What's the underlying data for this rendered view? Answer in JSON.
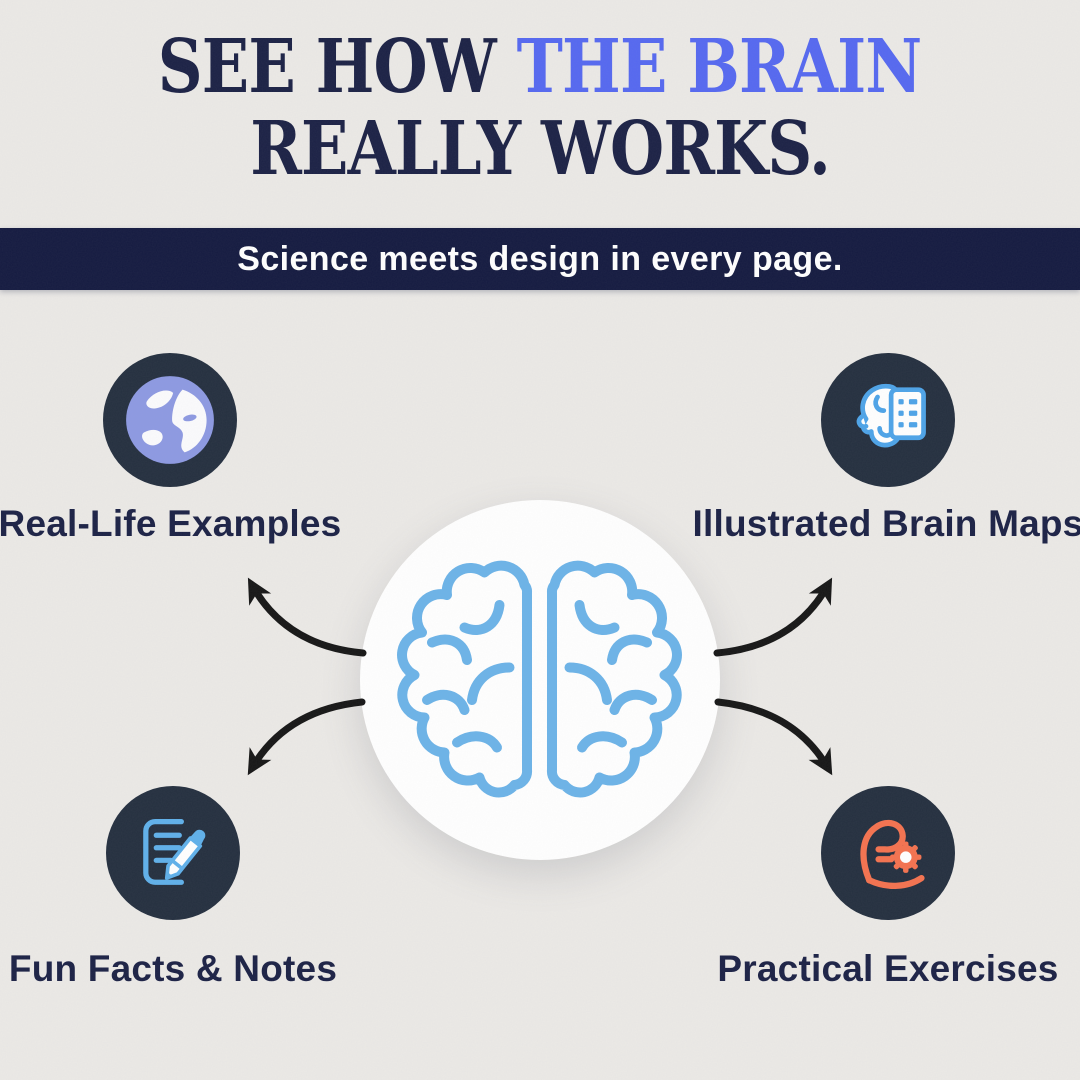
{
  "page": {
    "background_color": "#ebe9e6",
    "texture": "paper-grain"
  },
  "title": {
    "line1_prefix": "SEE HOW ",
    "line1_accent": "THE BRAIN",
    "line2": "REALLY WORKS.",
    "color": "#1b2145",
    "accent_color": "#5568f0"
  },
  "banner": {
    "text": "Science meets design in every page.",
    "bg_color": "#141a40",
    "text_color": "#ffffff"
  },
  "center": {
    "icon": "brain-icon",
    "circle_color": "#ffffff",
    "brain_stroke_color": "#6cb3e8"
  },
  "features": [
    {
      "label": "Real-Life Examples",
      "icon": "globe-icon",
      "position": "top-left",
      "icon_bg": "#242f3f",
      "icon_color": "#8d99e2"
    },
    {
      "label": "Illustrated Brain Maps",
      "icon": "brain-map-icon",
      "position": "top-right",
      "icon_bg": "#242f3f",
      "icon_color": "#4da3e8"
    },
    {
      "label": "Fun Facts & Notes",
      "icon": "notes-pencil-icon",
      "position": "bottom-left",
      "icon_bg": "#242f3f",
      "icon_color": "#5fb0ea"
    },
    {
      "label": "Practical Exercises",
      "icon": "muscle-gear-icon",
      "position": "bottom-right",
      "icon_bg": "#242f3f",
      "icon_color": "#f4724f"
    }
  ],
  "arrows": {
    "color": "#161616",
    "count": 4,
    "directions": [
      "center-to-top-left",
      "center-to-bottom-left",
      "center-to-top-right",
      "center-to-bottom-right"
    ]
  }
}
